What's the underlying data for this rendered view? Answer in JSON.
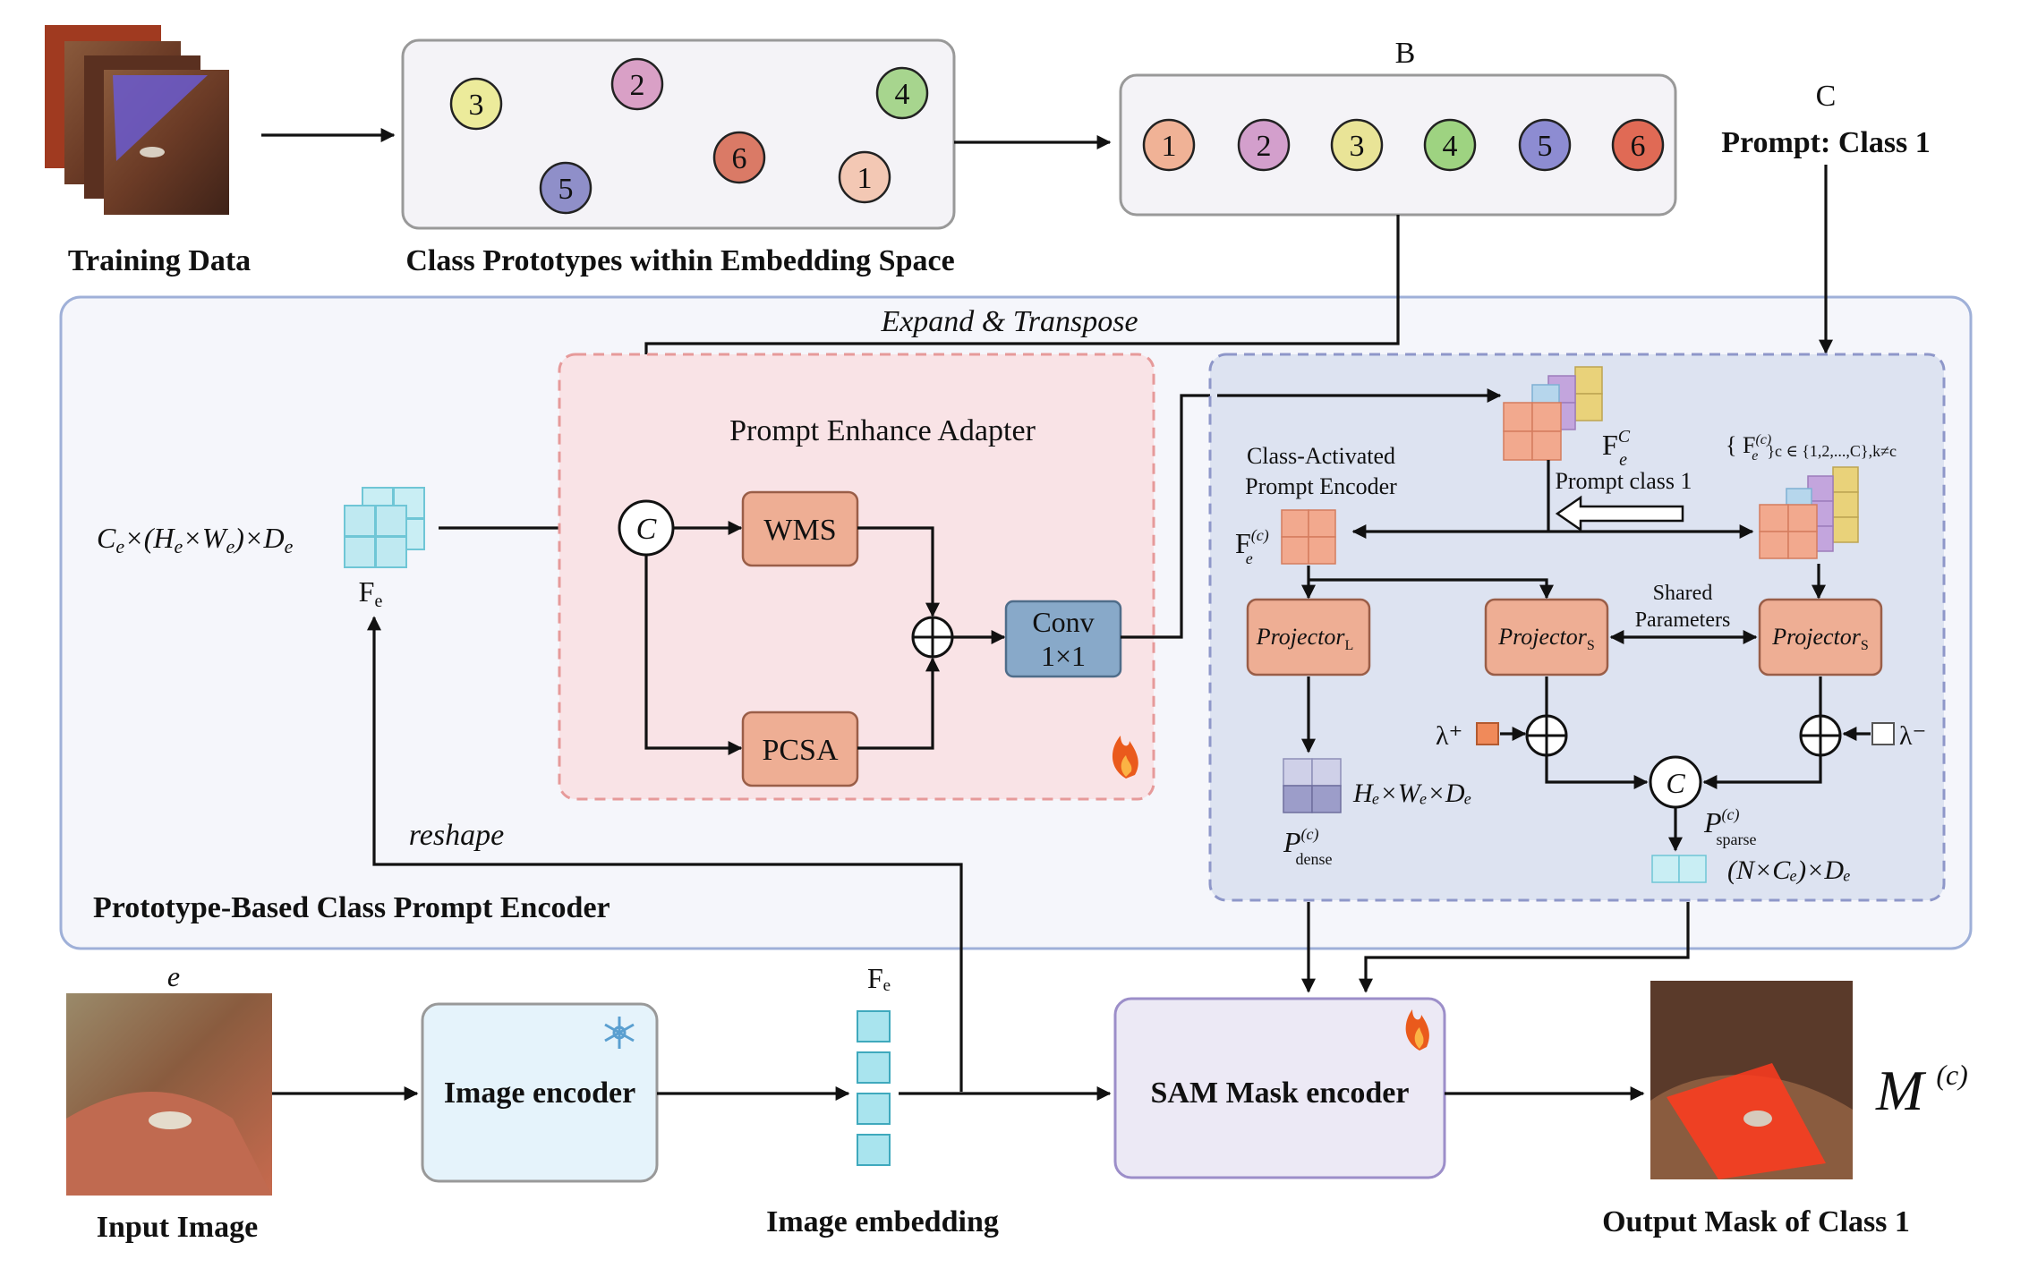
{
  "training": {
    "caption": "Training Data"
  },
  "prototype_space": {
    "caption": "Class Prototypes within Embedding Space",
    "circles": [
      {
        "text": "3",
        "color": "#eceb9b"
      },
      {
        "text": "2",
        "color": "#d9a0c6"
      },
      {
        "text": "4",
        "color": "#a7d58e"
      },
      {
        "text": "6",
        "color": "#da7a66"
      },
      {
        "text": "1",
        "color": "#f3c8b4"
      },
      {
        "text": "5",
        "color": "#8f8fc9"
      }
    ]
  },
  "sorted": {
    "letter": "B",
    "circles": [
      {
        "text": "1",
        "color": "#f0b296"
      },
      {
        "text": "2",
        "color": "#d39fcc"
      },
      {
        "text": "3",
        "color": "#e9e497"
      },
      {
        "text": "4",
        "color": "#9ed381"
      },
      {
        "text": "5",
        "color": "#8d8cd2"
      },
      {
        "text": "6",
        "color": "#e06a55"
      }
    ]
  },
  "prompt": {
    "letter": "C",
    "text": "Prompt: Class 1"
  },
  "encoder_panel": {
    "title": "Prototype-Based Class Prompt Encoder"
  },
  "expand_label": "Expand & Transpose",
  "reshape_label": "reshape",
  "fe_shape": {
    "C": "C",
    "sub_e": "e",
    "rest": "×(H",
    "We": "×W",
    "De": ")×D"
  },
  "fe_label": {
    "main": "F",
    "sub": "e"
  },
  "adapter": {
    "title": "Prompt Enhance Adapter",
    "concat_symbol": "C",
    "wms": "WMS",
    "pcsa": "PCSA",
    "conv_line1": "Conv",
    "conv_line2": "1×1",
    "plus_symbol": "⊕"
  },
  "class_panel": {
    "title_line1": "Class-Activated",
    "title_line2": "Prompt Encoder",
    "fec_main": "F",
    "fec_sup": "C",
    "fec_sub": "e",
    "set_label": "{ F",
    "set_sup": "(c)",
    "set_sub": "e",
    "set_rest": "}c ∈ {1,2,...,C},k≠c",
    "prompt_class": "Prompt class 1",
    "fe_c_main": "F",
    "fe_c_sup": "(c)",
    "fe_c_sub": "e",
    "projector_l": "Projector",
    "projector_l_sub": "L",
    "projector_s1": "Projector",
    "projector_s1_sub": "S",
    "projector_s2": "Projector",
    "projector_s2_sub": "S",
    "shared_line1": "Shared",
    "shared_line2": "Parameters",
    "lambda_plus": "λ⁺",
    "lambda_minus": "λ⁻",
    "dense_main": "P",
    "dense_sup": "(c)",
    "dense_sub": "dense",
    "dense_shape": "H",
    "dense_shape_full": "Hₑ×Wₑ×Dₑ",
    "sparse_main": "P",
    "sparse_sup": "(c)",
    "sparse_sub": "sparse",
    "sparse_shape": "(N×Cₑ)×Dₑ",
    "concat_symbol": "C"
  },
  "bottom": {
    "e_label": "e",
    "input_caption": "Input Image",
    "image_encoder": "Image encoder",
    "fe_label": "Fₑ",
    "embedding_caption": "Image embedding",
    "mask_encoder": "SAM Mask encoder",
    "output_caption": "Output Mask of  Class 1",
    "output_symbol": "M",
    "output_sup": "(c)"
  },
  "colors": {
    "panel_border": "#9fb0d8",
    "panel_fill": "#f5f6fb",
    "adapter_fill": "#f9e3e6",
    "adapter_border": "#e69a9a",
    "class_fill": "#dde3f1",
    "class_border": "#8e97c9",
    "module_fill": "#eeae94",
    "module_border": "#9a5e48",
    "conv_fill": "#88a9c9",
    "enc_fill": "#e5f3fb",
    "mask_fill": "#ece9f5",
    "mask_border": "#9c8ec9"
  }
}
